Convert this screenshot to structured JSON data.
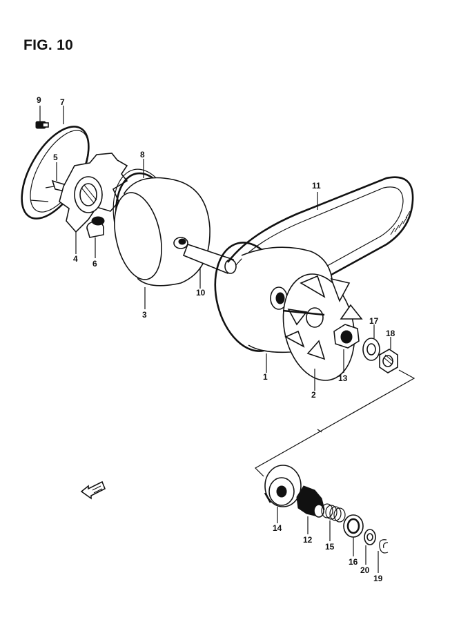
{
  "figure": {
    "title": "FIG. 10"
  },
  "callouts": {
    "p1": "1",
    "p2": "2",
    "p3": "3",
    "p4": "4",
    "p5": "5",
    "p6": "6",
    "p7": "7",
    "p8": "8",
    "p9": "9",
    "p10": "10",
    "p11": "11",
    "p12": "12",
    "p13": "13",
    "p14": "14",
    "p15": "15",
    "p16": "16",
    "p17": "17",
    "p18": "18",
    "p19": "19",
    "p20": "20"
  },
  "icons": {
    "direction_arrow": "front-arrow-icon"
  }
}
